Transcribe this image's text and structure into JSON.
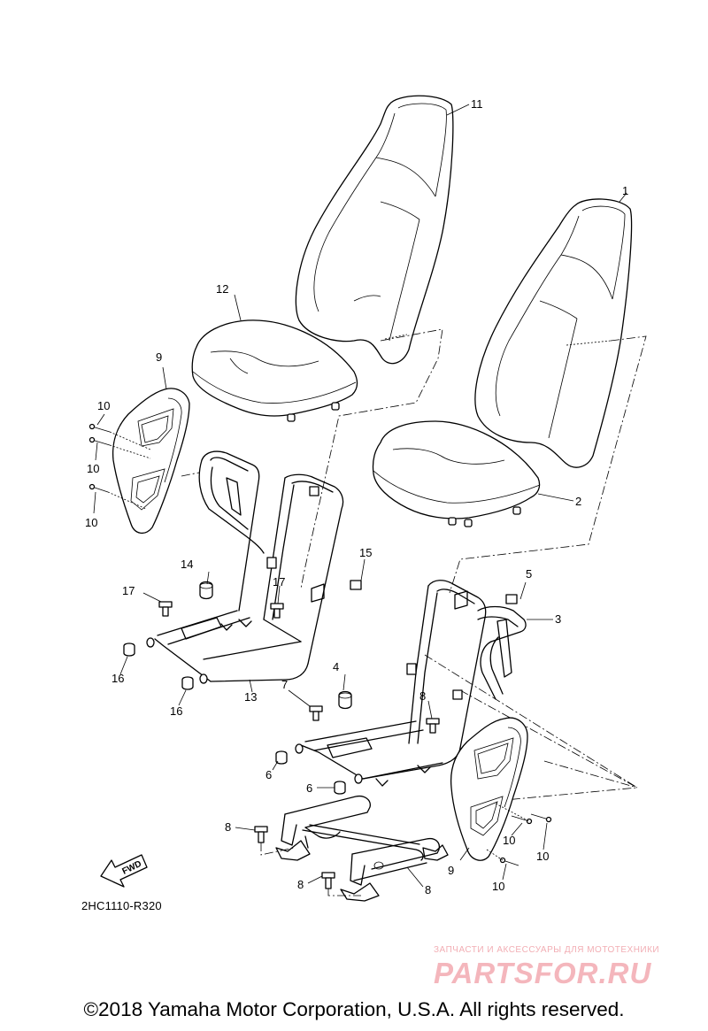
{
  "diagram": {
    "code": "2HC1110-R320",
    "forward_marker": "FWD",
    "callouts": [
      {
        "id": "callout-1",
        "label": "1",
        "part": "seat-right"
      },
      {
        "id": "callout-2",
        "label": "2",
        "part": "seat-cushion-right"
      },
      {
        "id": "callout-3",
        "label": "3",
        "part": "seat-frame-right"
      },
      {
        "id": "callout-4",
        "label": "4",
        "part": "grommet-right"
      },
      {
        "id": "callout-5",
        "label": "5",
        "part": "bolt-right-top"
      },
      {
        "id": "callout-6a",
        "label": "6",
        "part": "cap-right-left"
      },
      {
        "id": "callout-6b",
        "label": "6",
        "part": "cap-right-right"
      },
      {
        "id": "callout-7",
        "label": "7",
        "part": "seat-rail"
      },
      {
        "id": "callout-8a",
        "label": "8",
        "part": "bolt-frame-left"
      },
      {
        "id": "callout-8b",
        "label": "8",
        "part": "bolt-frame-right"
      },
      {
        "id": "callout-8c",
        "label": "8",
        "part": "bolt-rail-left"
      },
      {
        "id": "callout-8d",
        "label": "8",
        "part": "bolt-rail-front"
      },
      {
        "id": "callout-9a",
        "label": "9",
        "part": "side-panel-left"
      },
      {
        "id": "callout-9b",
        "label": "9",
        "part": "side-panel-right"
      },
      {
        "id": "callout-10a",
        "label": "10",
        "part": "rivet-left-1"
      },
      {
        "id": "callout-10b",
        "label": "10",
        "part": "rivet-left-2"
      },
      {
        "id": "callout-10c",
        "label": "10",
        "part": "rivet-left-3"
      },
      {
        "id": "callout-10d",
        "label": "10",
        "part": "rivet-right-1"
      },
      {
        "id": "callout-10e",
        "label": "10",
        "part": "rivet-right-2"
      },
      {
        "id": "callout-10f",
        "label": "10",
        "part": "rivet-right-3"
      },
      {
        "id": "callout-11",
        "label": "11",
        "part": "seat-left"
      },
      {
        "id": "callout-12",
        "label": "12",
        "part": "seat-cushion-left"
      },
      {
        "id": "callout-13",
        "label": "13",
        "part": "seat-frame-left"
      },
      {
        "id": "callout-14",
        "label": "14",
        "part": "grommet-left"
      },
      {
        "id": "callout-15",
        "label": "15",
        "part": "bolt-left-top"
      },
      {
        "id": "callout-16a",
        "label": "16",
        "part": "cap-left-left"
      },
      {
        "id": "callout-16b",
        "label": "16",
        "part": "cap-left-right"
      },
      {
        "id": "callout-17a",
        "label": "17",
        "part": "bolt-left-frame-1"
      },
      {
        "id": "callout-17b",
        "label": "17",
        "part": "bolt-left-frame-2"
      }
    ]
  },
  "watermark": {
    "tagline": "ЗАПЧАСТИ И АКСЕССУАРЫ ДЛЯ МОТОТЕХНИКИ",
    "logo_text": "PARTSFOR.RU",
    "color": "#f2aeb4"
  },
  "footer": {
    "copyright": "©2018 Yamaha Motor Corporation, U.S.A. All rights reserved."
  }
}
